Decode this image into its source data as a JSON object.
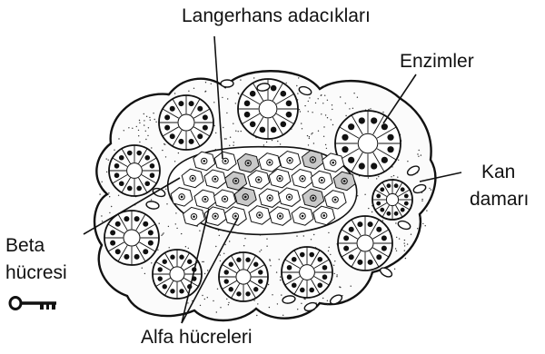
{
  "labels": {
    "langerhans": "Langerhans adacıkları",
    "enzimler": "Enzimler",
    "kan_line1": "Kan",
    "kan_line2": "damarı",
    "beta_line1": "Beta",
    "beta_line2": "hücresi",
    "alfa": "Alfa hücreleri"
  },
  "icons": {
    "legend": "key-icon"
  },
  "colors": {
    "ink": "#111111",
    "shade": "#c9c9c9",
    "background": "#ffffff"
  }
}
